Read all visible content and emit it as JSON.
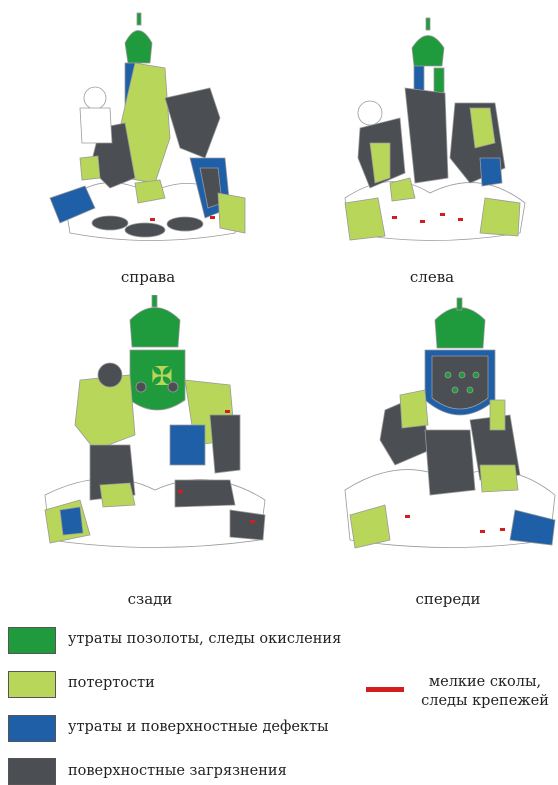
{
  "colors": {
    "gilding_loss": "#1f9a3c",
    "abrasion": "#b7d65a",
    "surface_defects": "#1f5fa8",
    "dirt": "#4b4e52",
    "chips": "#d21e1e",
    "outline": "#9a9a9a"
  },
  "views": [
    {
      "key": "right",
      "caption": "справа"
    },
    {
      "key": "left",
      "caption": "слева"
    },
    {
      "key": "back",
      "caption": "сзади"
    },
    {
      "key": "front",
      "caption": "спереди"
    }
  ],
  "legend": [
    {
      "label": "утраты позолоты, следы окисления",
      "color": "#1f9a3c"
    },
    {
      "label": "потертости",
      "color": "#b7d65a"
    },
    {
      "label": "утраты и поверхностные дефекты",
      "color": "#1f5fa8"
    },
    {
      "label": "поверхностные загрязнения",
      "color": "#4b4e52"
    }
  ],
  "chips_legend": {
    "label_line1": "мелкие сколы,",
    "label_line2": "следы крепежей",
    "color": "#d21e1e"
  }
}
